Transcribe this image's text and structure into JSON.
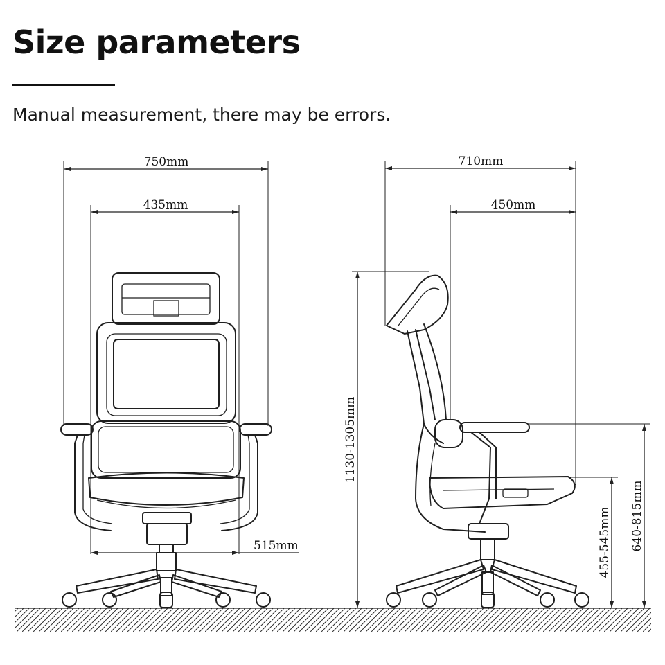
{
  "header": {
    "title": "Size parameters",
    "subtitle": "Manual measurement, there may be errors."
  },
  "front_view": {
    "overall_width": "750mm",
    "seat_width": "435mm",
    "seat_depth_front": "515mm"
  },
  "side_view": {
    "overall_depth": "710mm",
    "seat_depth": "450mm",
    "total_height": "1130-1305mm",
    "seat_height": "455-545mm",
    "armrest_height": "640-815mm"
  }
}
